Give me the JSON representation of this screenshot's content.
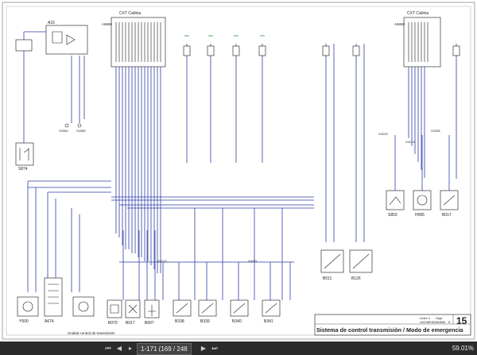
{
  "title_block": {
    "title": "Sistema de control transmisión / Modo de emergencia",
    "page_number": "15",
    "index_label": "Index 1",
    "sheet_label": "Hoja",
    "drawing_no": "H2235P80089806",
    "rev": "E"
  },
  "modules": {
    "left": {
      "name": "CXT Cabina",
      "id": "A6650"
    },
    "right": {
      "name": "CXT Cabina",
      "id": "A6650"
    }
  },
  "components": [
    {
      "id": "A16"
    },
    {
      "id": "S874"
    },
    {
      "id": "X4364"
    },
    {
      "id": "X4365"
    },
    {
      "id": "Y500"
    },
    {
      "id": "A674"
    },
    {
      "id": "B070"
    },
    {
      "id": "B017"
    },
    {
      "id": "B007"
    },
    {
      "id": "B338"
    },
    {
      "id": "B339"
    },
    {
      "id": "B340"
    },
    {
      "id": "B341"
    },
    {
      "id": "B011"
    },
    {
      "id": "B126"
    },
    {
      "id": "S853"
    },
    {
      "id": "H095"
    },
    {
      "id": "B017"
    },
    {
      "id": "X4233"
    },
    {
      "id": "X4215"
    },
    {
      "id": "X4213"
    },
    {
      "id": "X4291"
    },
    {
      "id": "X4236"
    }
  ],
  "notes": {
    "unidad": "Unidad control de transmisión"
  },
  "toolbar": {
    "page_indicator": "1-171 (169 / 248",
    "zoom": "59.01%"
  }
}
